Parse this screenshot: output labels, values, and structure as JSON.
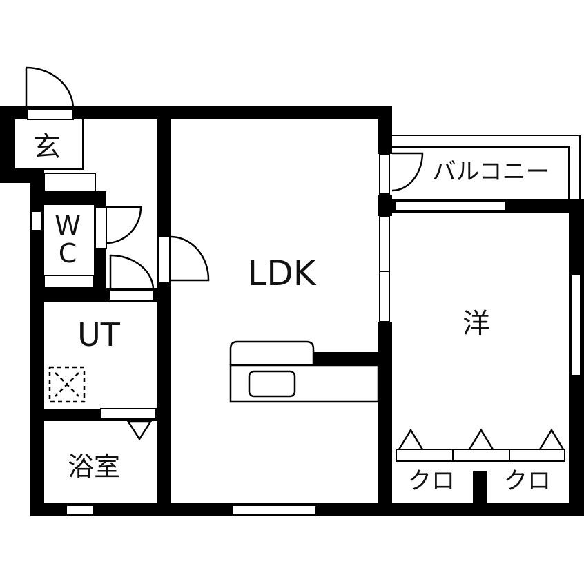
{
  "floor_plan": {
    "layout": "1LDK",
    "colors": {
      "wall": "#000000",
      "background": "#ffffff",
      "text": "#111111"
    },
    "rooms": {
      "entrance": {
        "label": "玄"
      },
      "toilet": {
        "label_line1": "W",
        "label_line2": "C"
      },
      "utility": {
        "label": "UT"
      },
      "bathroom": {
        "label": "浴室"
      },
      "ldk": {
        "label": "LDK"
      },
      "western_room": {
        "label": "洋"
      },
      "balcony": {
        "label": "バルコニー"
      },
      "closet_left": {
        "label": "クロ"
      },
      "closet_right": {
        "label": "クロ"
      }
    },
    "symbols": {
      "washing_machine_space": "washer-icon",
      "kitchen_sink": "sink-icon",
      "doors": [
        "entrance-door",
        "wc-door",
        "ut-door",
        "ldk-door",
        "balcony-door"
      ],
      "closet_doors": 3
    }
  }
}
